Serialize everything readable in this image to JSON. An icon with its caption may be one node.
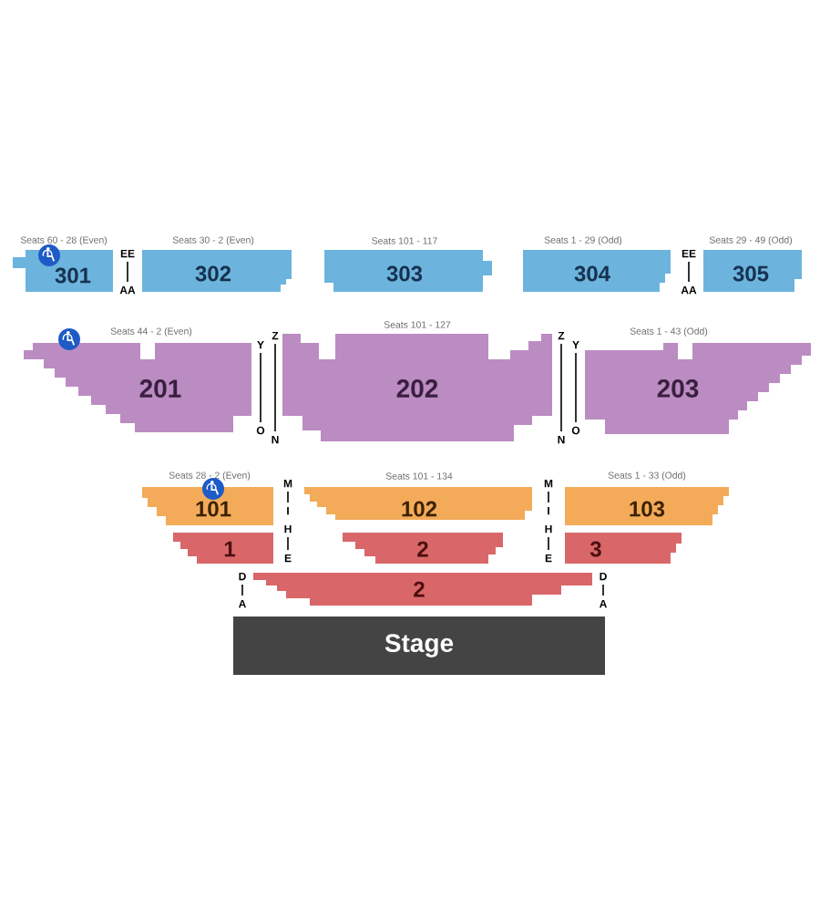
{
  "diagram": {
    "nodes": [
      {
        "text": [
          "301"
        ],
        "beside": [
          "Seats 60 - 28 (Even)"
        ]
      },
      {
        "text": [
          "302"
        ],
        "beside": [
          "Seats 30 - 2 (Even)"
        ]
      },
      {
        "text": [
          "303"
        ],
        "beside": [
          "Seats 101 - 117"
        ]
      },
      {
        "text": [
          "304"
        ],
        "beside": [
          "Seats 1 - 29 (Odd)"
        ]
      },
      {
        "text": [
          "305"
        ],
        "beside": [
          "Seats 29 - 49 (Odd)"
        ]
      },
      {
        "text": [
          "201"
        ],
        "beside": [
          "Seats 44 - 2 (Even)"
        ]
      },
      {
        "text": [
          "202"
        ],
        "beside": [
          "Seats 101 - 127"
        ]
      },
      {
        "text": [
          "203"
        ],
        "beside": [
          "Seats 1 - 43 (Odd)"
        ]
      },
      {
        "text": [
          "101"
        ],
        "beside": [
          "Seats 28 - 2 (Even)"
        ]
      },
      {
        "text": [
          "102"
        ],
        "beside": [
          "Seats 101 - 134"
        ]
      },
      {
        "text": [
          "103"
        ],
        "beside": [
          "Seats 1 - 33 (Odd)"
        ]
      },
      {
        "text": [
          "1"
        ]
      },
      {
        "text": [
          "2"
        ]
      },
      {
        "text": [
          "3"
        ]
      },
      {
        "text": [
          "2"
        ]
      },
      {
        "text": [
          "Stage"
        ]
      }
    ],
    "labels": [
      "EE",
      "AA",
      "EE",
      "AA",
      "Y",
      "O",
      "Z",
      "N",
      "Z",
      "N",
      "Y",
      "O",
      "M",
      "I",
      "H",
      "E",
      "M",
      "I",
      "H",
      "E",
      "D",
      "A",
      "D",
      "A"
    ]
  }
}
